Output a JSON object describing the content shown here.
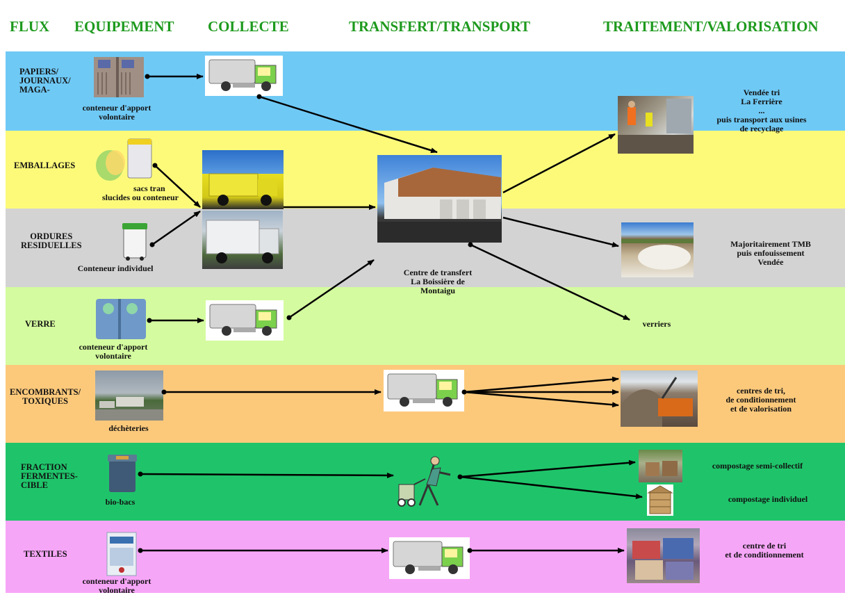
{
  "headers": {
    "flux": "FLUX",
    "equipement": "EQUIPEMENT",
    "collecte": "COLLECTE",
    "transfert": "TRANSFERT/TRANSPORT",
    "traitement": "TRAITEMENT/VALORISATION"
  },
  "colors": {
    "header_green": "#1e9a1e",
    "band_papiers": "#6fc9f5",
    "band_emballages": "#fdfa7a",
    "band_ordures": "#d3d3d3",
    "band_verre": "#d4fb9f",
    "band_encombrants": "#fcc97b",
    "band_fraction": "#1fc46a",
    "band_textiles": "#f6a6f7"
  },
  "rows": {
    "papiers": {
      "flux": [
        "PAPIERS/",
        "JOURNAUX/",
        "MAGA-"
      ],
      "equipement": [
        "conteneur d'apport",
        "volontaire"
      ],
      "traitement": [
        "Vendée tri",
        "La Ferrière",
        "...",
        "puis transport aux usines",
        "de recyclage"
      ]
    },
    "emballages": {
      "flux": [
        "EMBALLAGES"
      ],
      "equipement": [
        "sacs tran",
        "slucides ou conteneur"
      ]
    },
    "ordures": {
      "flux": [
        "ORDURES",
        "RESIDUELLES"
      ],
      "equipement": [
        "Conteneur individuel"
      ],
      "traitement": [
        "Majoritairement TMB",
        "puis enfouissement",
        "Vendée"
      ]
    },
    "verre": {
      "flux": [
        "VERRE"
      ],
      "equipement": [
        "conteneur d'apport",
        "volontaire"
      ],
      "traitement": [
        "verriers"
      ]
    },
    "encombrants": {
      "flux": [
        "ENCOMBRANTS/",
        "TOXIQUES"
      ],
      "equipement": [
        "déchèteries"
      ],
      "traitement": [
        "centres de tri,",
        "de conditionnement",
        "et de valorisation"
      ]
    },
    "fraction": {
      "flux": [
        "FRACTION",
        "FERMENTES-",
        "CIBLE"
      ],
      "equipement": [
        "bio-bacs"
      ],
      "traitement": [
        "compostage semi-collectif",
        "compostage individuel"
      ]
    },
    "textiles": {
      "flux": [
        "TEXTILES"
      ],
      "equipement": [
        "conteneur d'apport",
        "volontaire"
      ],
      "traitement": [
        "centre de tri",
        "et de conditionnement"
      ]
    }
  },
  "centre": [
    "Centre de transfert",
    "La Boissière de",
    "Montaigu"
  ]
}
